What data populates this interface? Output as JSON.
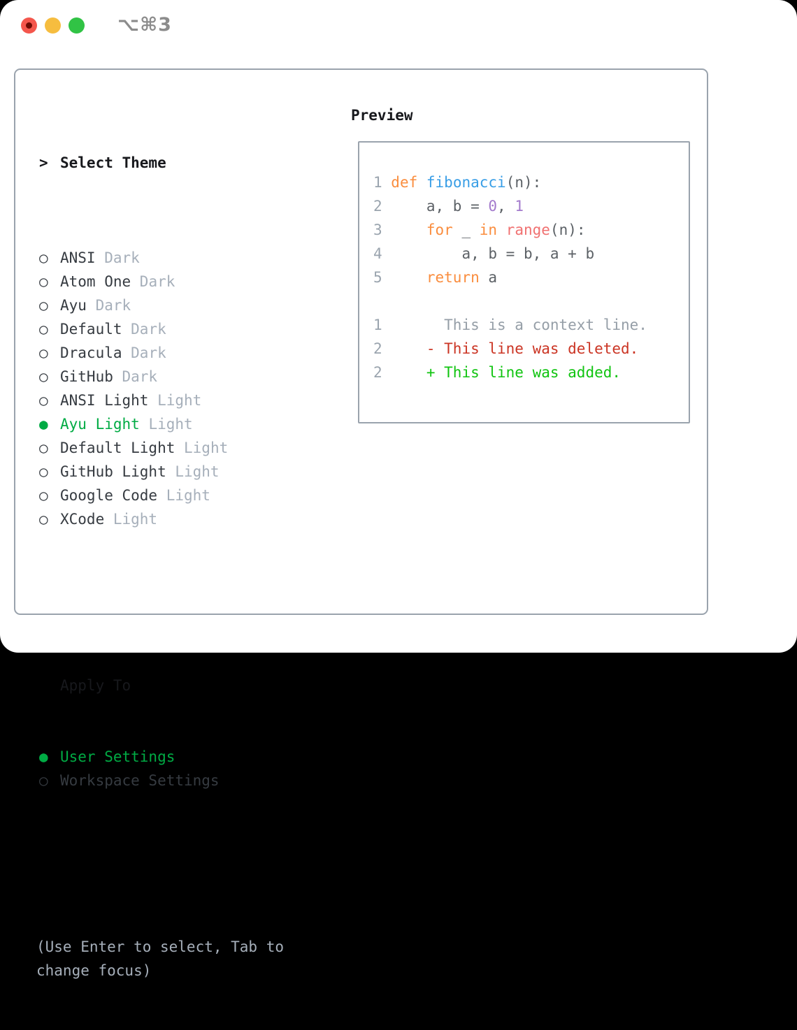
{
  "window": {
    "title": "⌥⌘3",
    "traffic_lights": [
      {
        "name": "close",
        "color": "#f4564c"
      },
      {
        "name": "minimize",
        "color": "#f6bd3f"
      },
      {
        "name": "zoom",
        "color": "#31c345"
      }
    ]
  },
  "theme_panel": {
    "prompt_marker": ">",
    "title": "Select Theme",
    "unselected_marker": "○",
    "selected_marker": "●",
    "themes": [
      {
        "name": "ANSI",
        "variant": "Dark",
        "selected": false
      },
      {
        "name": "Atom One",
        "variant": "Dark",
        "selected": false
      },
      {
        "name": "Ayu",
        "variant": "Dark",
        "selected": false
      },
      {
        "name": "Default",
        "variant": "Dark",
        "selected": false
      },
      {
        "name": "Dracula",
        "variant": "Dark",
        "selected": false
      },
      {
        "name": "GitHub",
        "variant": "Dark",
        "selected": false
      },
      {
        "name": "ANSI Light",
        "variant": "Light",
        "selected": false
      },
      {
        "name": "Ayu Light",
        "variant": "Light",
        "selected": true
      },
      {
        "name": "Default Light",
        "variant": "Light",
        "selected": false
      },
      {
        "name": "GitHub Light",
        "variant": "Light",
        "selected": false
      },
      {
        "name": "Google Code",
        "variant": "Light",
        "selected": false
      },
      {
        "name": "XCode",
        "variant": "Light",
        "selected": false
      }
    ],
    "apply_to": {
      "title": "Apply To",
      "options": [
        {
          "label": "User Settings",
          "selected": true
        },
        {
          "label": "Workspace Settings",
          "selected": false
        }
      ]
    },
    "hint": "(Use Enter to select, Tab to change focus)"
  },
  "preview": {
    "title": "Preview",
    "code_lines": [
      {
        "num": "1",
        "tokens": [
          {
            "t": "def",
            "c": "keyword"
          },
          {
            "t": " ",
            "c": "fg"
          },
          {
            "t": "fibonacci",
            "c": "function"
          },
          {
            "t": "(n):",
            "c": "fg"
          }
        ]
      },
      {
        "num": "2",
        "tokens": [
          {
            "t": "    a, b = ",
            "c": "fg"
          },
          {
            "t": "0",
            "c": "number"
          },
          {
            "t": ", ",
            "c": "fg"
          },
          {
            "t": "1",
            "c": "number"
          }
        ]
      },
      {
        "num": "3",
        "tokens": [
          {
            "t": "    ",
            "c": "fg"
          },
          {
            "t": "for",
            "c": "keyword"
          },
          {
            "t": " _ ",
            "c": "fg"
          },
          {
            "t": "in",
            "c": "keyword"
          },
          {
            "t": " ",
            "c": "fg"
          },
          {
            "t": "range",
            "c": "builtin"
          },
          {
            "t": "(n):",
            "c": "fg"
          }
        ]
      },
      {
        "num": "4",
        "tokens": [
          {
            "t": "        a, b = b, a + b",
            "c": "fg"
          }
        ]
      },
      {
        "num": "5",
        "tokens": [
          {
            "t": "    ",
            "c": "fg"
          },
          {
            "t": "return",
            "c": "keyword"
          },
          {
            "t": " a",
            "c": "fg"
          }
        ]
      }
    ],
    "diff_lines": [
      {
        "num": "1",
        "sign": " ",
        "text": "This is a context line.",
        "kind": "context"
      },
      {
        "num": "2",
        "sign": "-",
        "text": "This line was deleted.",
        "kind": "deleted"
      },
      {
        "num": "2",
        "sign": "+",
        "text": "This line was added.",
        "kind": "added"
      }
    ]
  },
  "colors": {
    "panel_border": "#9aa3ad",
    "selected_green": "#00ab44",
    "variant_gray": "#a6afba",
    "syntax": {
      "keyword": "#fa8d3e",
      "function": "#399ee6",
      "number": "#a37acc",
      "builtin": "#f07171",
      "foreground": "#5c6166",
      "line_number": "#9aa4ae"
    },
    "diff": {
      "context": "#959ea7",
      "deleted": "#cb3524",
      "added": "#10c410"
    }
  }
}
